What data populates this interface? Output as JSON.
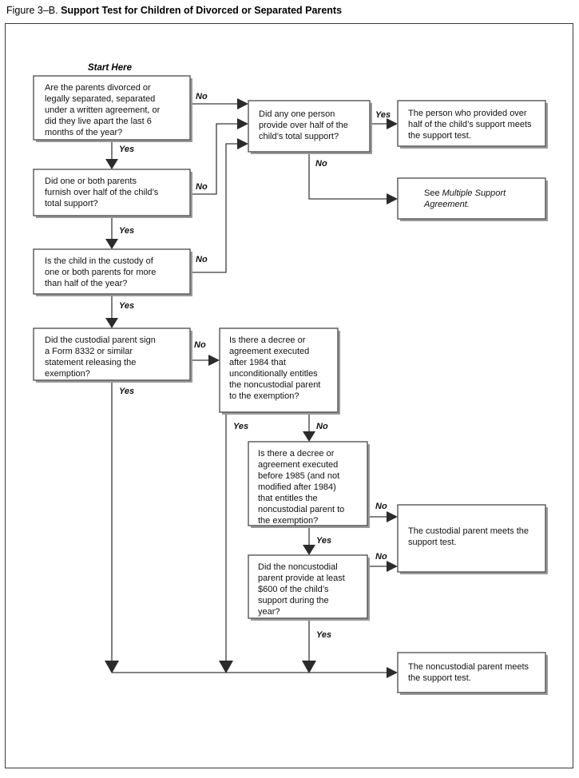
{
  "figure": {
    "number": "Figure 3–B.",
    "title": "Support Test for Children of Divorced or Separated Parents"
  },
  "start_label": "Start Here",
  "nodes": {
    "q_divorced": {
      "id": "q_divorced",
      "kind": "decision",
      "lines": [
        "Are the parents divorced or",
        "legally separated, separated",
        "under a written agreement, or",
        "did they live apart the last 6",
        "months of the year?"
      ]
    },
    "q_parents_furnish": {
      "id": "q_parents_furnish",
      "kind": "decision",
      "lines": [
        "Did one or both parents",
        "furnish over half of the child’s",
        "total support?"
      ]
    },
    "q_custody": {
      "id": "q_custody",
      "kind": "decision",
      "lines": [
        "Is the child in the custody of",
        "one or both parents for more",
        "than half of the year?"
      ]
    },
    "q_form8332": {
      "id": "q_form8332",
      "kind": "decision",
      "lines": [
        "Did the custodial parent sign",
        "a Form 8332 or similar",
        "statement releasing the",
        "exemption?"
      ]
    },
    "q_one_person": {
      "id": "q_one_person",
      "kind": "decision",
      "lines": [
        "Did any one person",
        "provide over half of the",
        "child’s total support?"
      ]
    },
    "q_decree_after_1984": {
      "id": "q_decree_after_1984",
      "kind": "decision",
      "lines": [
        "Is there a decree or",
        "agreement executed",
        "after 1984 that",
        "unconditionally entitles",
        "the noncustodial parent",
        "to the exemption?"
      ]
    },
    "q_decree_before_1985": {
      "id": "q_decree_before_1985",
      "kind": "decision",
      "lines": [
        "Is there a decree or",
        "agreement executed",
        "before 1985 (and not",
        "modified after 1984)",
        "that entitles the",
        "noncustodial parent to",
        "the exemption?"
      ]
    },
    "q_600_support": {
      "id": "q_600_support",
      "kind": "decision",
      "lines": [
        "Did the noncustodial",
        "parent provide at least",
        "$600 of the child’s",
        "support during the",
        "year?"
      ]
    },
    "r_person_meets": {
      "id": "r_person_meets",
      "kind": "result",
      "lines": [
        "The person who provided over",
        "half of the child’s support meets",
        "the support test."
      ]
    },
    "r_multiple_support": {
      "id": "r_multiple_support",
      "kind": "result",
      "align": "center",
      "rich_lines": [
        [
          {
            "t": "See ",
            "i": false
          },
          {
            "t": "Multiple Support",
            "i": true
          }
        ],
        [
          {
            "t": "Agreement.",
            "i": true
          }
        ]
      ],
      "lines": [
        "See Multiple Support",
        "Agreement."
      ]
    },
    "r_custodial_meets": {
      "id": "r_custodial_meets",
      "kind": "result",
      "lines": [
        "The custodial parent meets the",
        "support test."
      ]
    },
    "r_noncustodial_meets": {
      "id": "r_noncustodial_meets",
      "kind": "result",
      "lines": [
        "The noncustodial parent meets",
        "the support test."
      ]
    }
  },
  "edge_labels": {
    "q_divorced_no": "No",
    "q_divorced_yes": "Yes",
    "q_parents_furnish_no": "No",
    "q_parents_furnish_yes": "Yes",
    "q_custody_no": "No",
    "q_custody_yes": "Yes",
    "q_form8332_no": "No",
    "q_form8332_yes": "Yes",
    "q_one_person_yes": "Yes",
    "q_one_person_no": "No",
    "q_decree_after_1984_yes": "Yes",
    "q_decree_after_1984_no": "No",
    "q_decree_before_1985_no": "No",
    "q_decree_before_1985_yes": "Yes",
    "q_600_support_no": "No",
    "q_600_support_yes": "Yes"
  },
  "colors": {
    "box_stroke": "#555555",
    "box_shadow": "#9a9a9a",
    "line": "#3b3b3b",
    "frame": "#3a3a3a",
    "text": "#111111",
    "background": "#ffffff"
  }
}
